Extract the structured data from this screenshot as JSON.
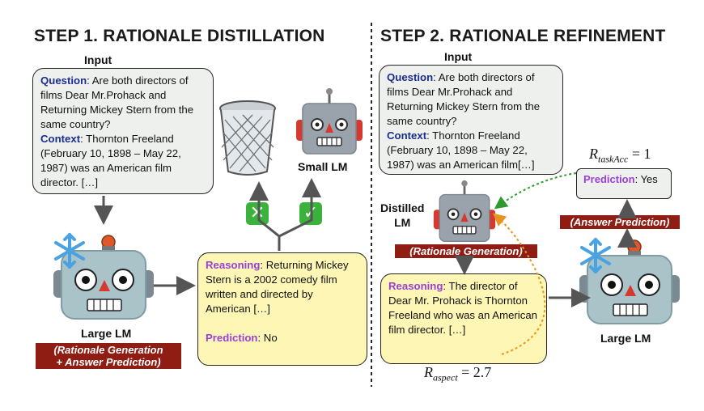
{
  "step1": {
    "title": "STEP 1. RATIONALE DISTILLATION",
    "input_label": "Input",
    "question_key": "Question",
    "question_text": ": Are both directors of films Dear Mr.Prohack and Returning Mickey Stern from the same country?",
    "context_key": "Context",
    "context_text": ":  Thornton Freeland (February 10, 1898 – May 22, 1987) was an American film director. […]",
    "small_lm_label": "Small LM",
    "large_lm_label": "Large LM",
    "large_lm_tag_line1": "(Rationale Generation",
    "large_lm_tag_line2": "+ Answer Prediction)",
    "reasoning_key": "Reasoning",
    "reasoning_text": ": Returning Mickey Stern is a 2002 comedy film written and directed by American […]",
    "prediction_key": "Prediction",
    "prediction_text": ": No",
    "reject_icon": "cross-mark-icon",
    "accept_icon": "check-mark-icon"
  },
  "step2": {
    "title": "STEP 2. RATIONALE REFINEMENT",
    "input_label": "Input",
    "question_key": "Question",
    "question_text": ": Are both directors of films Dear Mr.Prohack and Returning Mickey Stern from the same country?",
    "context_key": "Context",
    "context_text": ":  Thornton Freeland (February 10, 1898 – May 22, 1987) was an American film[…]",
    "distilled_lm_line1": "Distilled",
    "distilled_lm_line2": "LM",
    "rationale_gen_tag": "(Rationale Generation)",
    "answer_pred_tag": "(Answer Prediction)",
    "reasoning_key": "Reasoning",
    "reasoning_text": ": The director of Dear Mr. Prohack is Thornton Freeland who was an American film director. […]",
    "prediction_key": "Prediction",
    "prediction_text": ": Yes",
    "large_lm_label": "Large LM",
    "r_task_symbol": "R",
    "r_task_sub": "taskAcc",
    "r_task_value": " = 1",
    "r_aspect_symbol": "R",
    "r_aspect_sub": "aspect",
    "r_aspect_value": " = 2.7"
  },
  "colors": {
    "question_key": "#1b2d8f",
    "reasoning_key": "#9b3fd8",
    "tag_bg": "#8f1d14",
    "green_arrow": "#2e9a2e",
    "orange_arrow": "#e8951f",
    "box_gray": "#eef0ee",
    "box_yellow": "#fdf6b4"
  }
}
